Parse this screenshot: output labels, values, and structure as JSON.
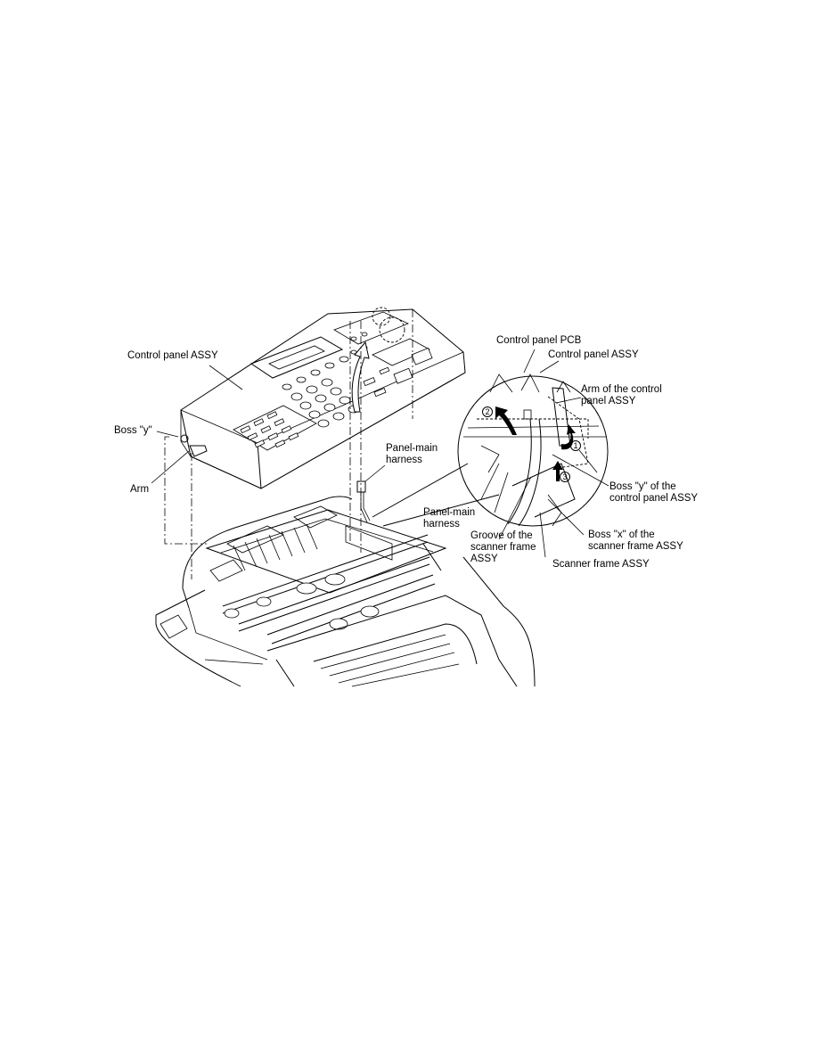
{
  "labels": {
    "control_panel_assy": "Control panel ASSY",
    "boss_y": "Boss \"y\"",
    "arm": "Arm",
    "panel_main_harness_top": [
      "Panel-main",
      "harness"
    ],
    "panel_main_harness_detail": [
      "Panel-main",
      "harness"
    ],
    "control_panel_pcb": "Control panel PCB",
    "control_panel_assy_detail": "Control panel ASSY",
    "arm_of_control_panel": [
      "Arm of the control",
      "panel ASSY"
    ],
    "boss_y_of_control_panel": [
      "Boss \"y\" of the",
      "control panel ASSY"
    ],
    "boss_x_of_scanner_frame": [
      "Boss \"x\" of the",
      "scanner frame ASSY"
    ],
    "groove_of_scanner_frame": [
      "Groove of the",
      "scanner frame",
      "ASSY"
    ],
    "scanner_frame_assy": "Scanner frame ASSY"
  },
  "step_numbers": [
    "1",
    "2",
    "3"
  ]
}
